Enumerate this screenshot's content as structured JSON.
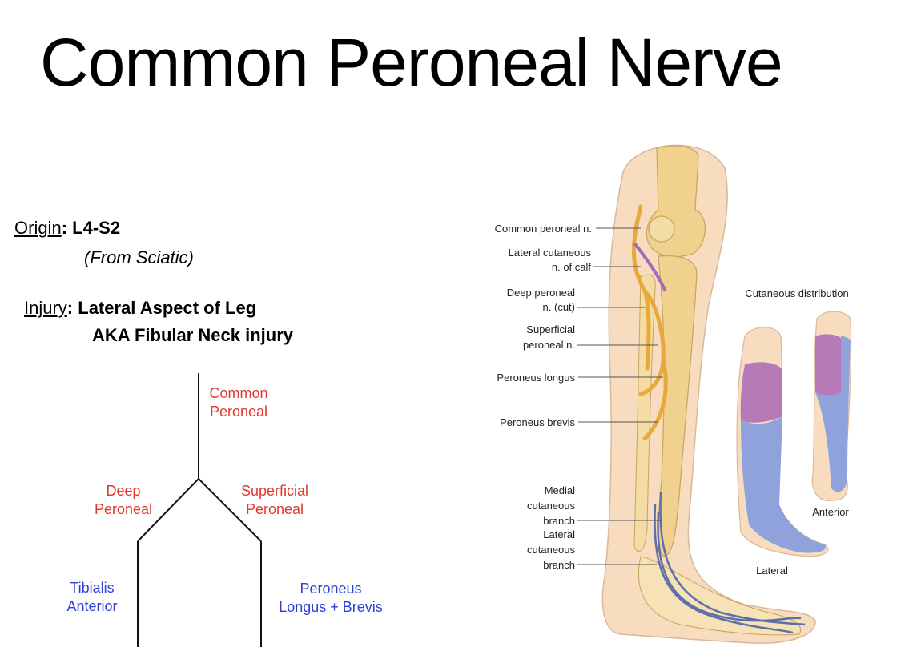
{
  "title": "Common Peroneal Nerve",
  "origin": {
    "label": "Origin",
    "colon": ":",
    "value": "L4-S2",
    "note": "(From Sciatic)"
  },
  "injury": {
    "label": "Injury",
    "colon": ":",
    "value_line1": "Lateral Aspect of Leg",
    "value_line2": "AKA Fibular Neck injury"
  },
  "tree": {
    "root": {
      "line1": "Common",
      "line2": "Peroneal"
    },
    "left": {
      "line1": "Deep",
      "line2": "Peroneal"
    },
    "right": {
      "line1": "Superficial",
      "line2": "Peroneal"
    },
    "left_leaf": {
      "line1": "Tibialis",
      "line2": "Anterior"
    },
    "right_leaf": {
      "line1": "Peroneus",
      "line2": "Longus + Brevis"
    }
  },
  "figure": {
    "labels": {
      "common_peroneal": "Common peroneal n.",
      "lateral_cutaneous_1": "Lateral cutaneous",
      "lateral_cutaneous_2": "n. of calf",
      "deep_peroneal_1": "Deep peroneal",
      "deep_peroneal_2": "n. (cut)",
      "superficial_1": "Superficial",
      "superficial_2": "peroneal n.",
      "peroneus_longus": "Peroneus longus",
      "peroneus_brevis": "Peroneus brevis",
      "medial_1": "Medial",
      "medial_2": "cutaneous",
      "medial_3": "branch",
      "lateral_1": "Lateral",
      "lateral_2": "cutaneous",
      "lateral_3": "branch",
      "cutaneous_distribution": "Cutaneous distribution",
      "anterior": "Anterior",
      "lateral_view": "Lateral"
    },
    "colors": {
      "skin": "#f7dcc0",
      "bone": "#f0d28e",
      "nerve": "#e8a93c",
      "nerve_purple": "#a36cb5",
      "region_purple": "#b57ab7",
      "region_blue": "#8fa2dc",
      "blue_nerve": "#5e6fa8"
    }
  },
  "colors": {
    "branch_red": "#e0382d",
    "leaf_blue": "#2f3fd6"
  }
}
